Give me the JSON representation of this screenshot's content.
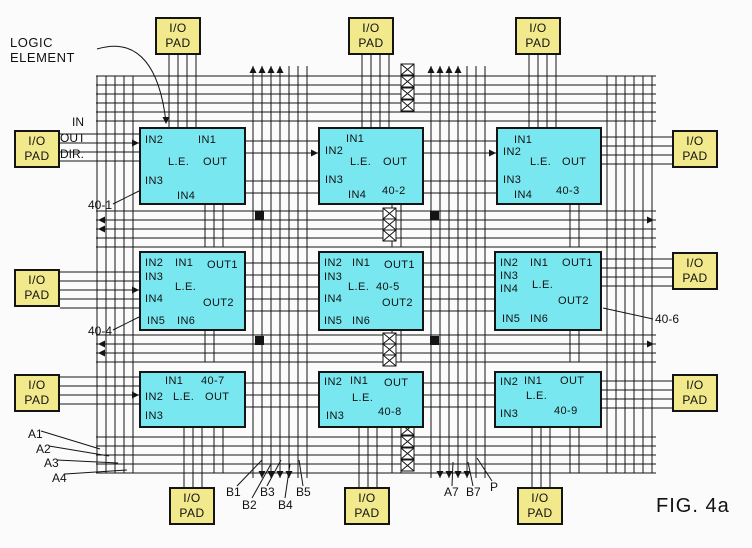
{
  "figure": {
    "title": "FIG. 4a",
    "callout_line1": "LOGIC",
    "callout_line2": "ELEMENT"
  },
  "io_pad": {
    "line1": "I/O",
    "line2": "PAD"
  },
  "left_signals": {
    "in": "IN",
    "out": "OUT",
    "dir": "DIR."
  },
  "logic_elements": {
    "le1": {
      "ref": "40-1",
      "in1": "IN1",
      "in2": "IN2",
      "in3": "IN3",
      "in4": "IN4",
      "core": "L.E.",
      "out": "OUT"
    },
    "le2": {
      "ref": "40-2",
      "in1": "IN1",
      "in2": "IN2",
      "in3": "IN3",
      "in4": "IN4",
      "core": "L.E.",
      "out": "OUT"
    },
    "le3": {
      "ref": "40-3",
      "in1": "IN1",
      "in2": "IN2",
      "in3": "IN3",
      "in4": "IN4",
      "core": "L.E.",
      "out": "OUT"
    },
    "le4": {
      "ref": "40-4",
      "in1": "IN1",
      "in2": "IN2",
      "in3": "IN3",
      "in4": "IN4",
      "in5": "IN5",
      "in6": "IN6",
      "core": "L.E.",
      "out1": "OUT1",
      "out2": "OUT2"
    },
    "le5": {
      "ref": "40-5",
      "in1": "IN1",
      "in2": "IN2",
      "in3": "IN3",
      "in4": "IN4",
      "in5": "IN5",
      "in6": "IN6",
      "core": "L.E.",
      "out1": "OUT1",
      "out2": "OUT2"
    },
    "le6": {
      "ref": "40-6",
      "in1": "IN1",
      "in2": "IN2",
      "in3": "IN3",
      "in4": "IN4",
      "in5": "IN5",
      "in6": "IN6",
      "core": "L.E.",
      "out1": "OUT1",
      "out2": "OUT2"
    },
    "le7": {
      "ref": "40-7",
      "in1": "IN1",
      "in2": "IN2",
      "in3": "IN3",
      "core": "L.E.",
      "out": "OUT"
    },
    "le8": {
      "ref": "40-8",
      "in1": "IN1",
      "in2": "IN2",
      "in3": "IN3",
      "core": "L.E.",
      "out": "OUT"
    },
    "le9": {
      "ref": "40-9",
      "in1": "IN1",
      "in2": "IN2",
      "in3": "IN3",
      "core": "L.E.",
      "out": "OUT"
    }
  },
  "bottom_labels": {
    "a1": "A1",
    "a2": "A2",
    "a3": "A3",
    "a4": "A4",
    "b1": "B1",
    "b2": "B2",
    "b3": "B3",
    "b4": "B4",
    "b5": "B5",
    "a7": "A7",
    "b7": "B7",
    "p": "P"
  },
  "colors": {
    "le_fill": "#79E7F0",
    "pad_fill": "#F1E98C",
    "line": "#141414"
  }
}
